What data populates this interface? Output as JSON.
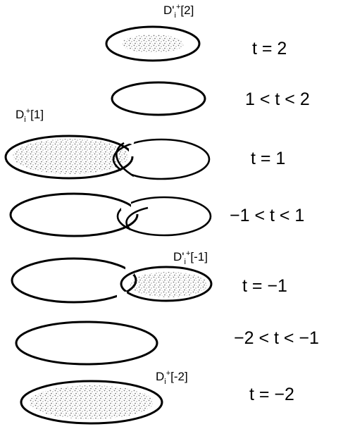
{
  "rows": [
    {
      "t_label": "t = 2"
    },
    {
      "t_label": "1 < t < 2"
    },
    {
      "t_label": "t = 1"
    },
    {
      "t_label": "−1 < t < 1"
    },
    {
      "t_label": "t = −1"
    },
    {
      "t_label": "−2 < t < −1"
    },
    {
      "t_label": "t = −2"
    }
  ],
  "disk_labels": {
    "d2": {
      "base": "D'",
      "sub": "i",
      "sup": "+",
      "idx": "[2]"
    },
    "d1": {
      "base": "D",
      "sub": "i",
      "sup": "+",
      "idx": "[1]"
    },
    "dm1": {
      "base": "D'",
      "sub": "i",
      "sup": "+",
      "idx": "[-1]"
    },
    "dm2": {
      "base": "D",
      "sub": "i",
      "sup": "+",
      "idx": "[-2]"
    }
  },
  "colors": {
    "stroke": "#000000",
    "shading": "#7a7a7a",
    "background": "#ffffff"
  }
}
